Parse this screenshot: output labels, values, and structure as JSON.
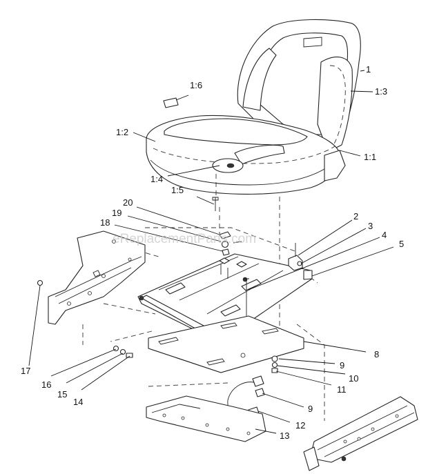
{
  "watermark": "eReplacementParts.com",
  "callouts": {
    "c1": "1",
    "c1_1": "1:1",
    "c1_2": "1:2",
    "c1_3": "1:3",
    "c1_4": "1:4",
    "c1_5": "1:5",
    "c1_6": "1:6",
    "c2": "2",
    "c3": "3",
    "c4": "4",
    "c5": "5",
    "c8": "8",
    "c9a": "9",
    "c9b": "9",
    "c10": "10",
    "c11": "11",
    "c12": "12",
    "c13": "13",
    "c14": "14",
    "c15": "15",
    "c16": "16",
    "c17": "17",
    "c18": "18",
    "c19": "19",
    "c20": "20"
  }
}
